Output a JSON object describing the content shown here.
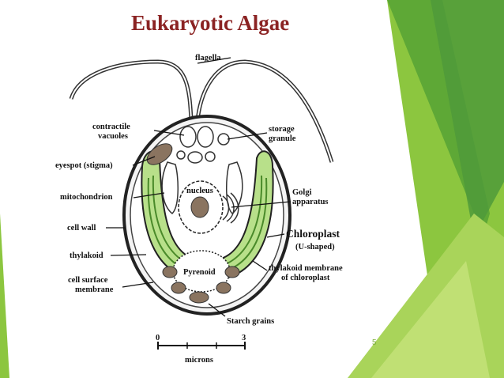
{
  "slide": {
    "title": "Eukaryotic Algae",
    "page_number": "5"
  },
  "labels": {
    "flagella": "flagella",
    "contractile_1": "contractile",
    "contractile_2": "vacuoles",
    "eyespot": "eyespot (stigma)",
    "mitochondrion": "mitochondrion",
    "cell_wall": "cell wall",
    "thylakoid": "thylakoid",
    "surface_1": "cell surface",
    "surface_2": "membrane",
    "storage_1": "storage",
    "storage_2": "granule",
    "nucleus": "nucleus",
    "golgi_1": "Golgi",
    "golgi_2": "apparatus",
    "chloroplast": "Chloroplast",
    "u_shaped": "(U-shaped)",
    "thyl_mem_1": "thylakoid membrane",
    "thyl_mem_2": "of chloroplast",
    "pyrenoid": "Pyrenoid",
    "starch": "Starch grains"
  },
  "scale": {
    "start": "0",
    "end": "3",
    "unit": "microns"
  },
  "colors": {
    "title": "#8b2323",
    "chloroplast_green": "#7ec850",
    "deco_green_dark": "#3f8f3a",
    "deco_green_light": "#a8d65a"
  }
}
